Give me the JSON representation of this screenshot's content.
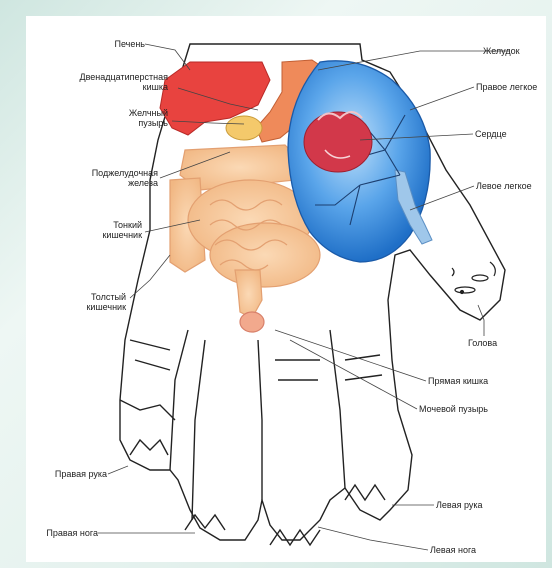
{
  "labels": {
    "liver": "Печень",
    "duodenum": "Двенадцатиперстная\nкишка",
    "gallbladder": "Желчный\nпузырь",
    "pancreas": "Поджелудочная\nжелеза",
    "small_intestine": "Тонкий\nкишечник",
    "large_intestine": "Толстый\nкишечник",
    "right_arm": "Правая рука",
    "right_leg": "Правая нога",
    "stomach": "Желудок",
    "right_lung": "Правое легкое",
    "heart": "Сердце",
    "left_lung": "Левое легкое",
    "head": "Голова",
    "rectum": "Прямая кишка",
    "bladder": "Мочевой пузырь",
    "left_arm": "Левая рука",
    "left_leg": "Левая нога"
  },
  "colors": {
    "liver": "#e8433f",
    "stomach": "#ef8a5a",
    "gallbladder": "#f4c96b",
    "intestine": "#f6c394",
    "intestine_stroke": "#e3a071",
    "lung": "#2a7fd6",
    "lung_light": "#8fc3ef",
    "heart": "#d2384a",
    "outline": "#222222",
    "background": "#e8f3ef"
  }
}
